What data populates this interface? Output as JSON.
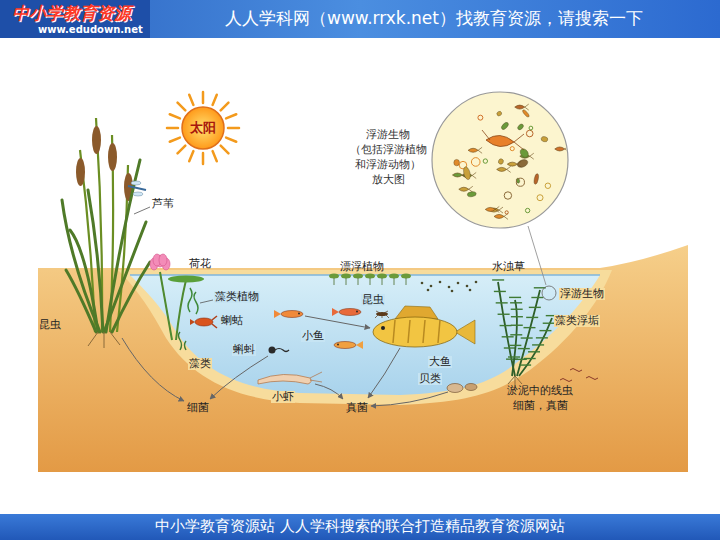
{
  "diagram": {
    "nodes": [
      {
        "text": [
          "太阳"
        ]
      }
    ],
    "labels": [
      "中小学教育资源",
      "www.edudown.net",
      "人人学科网（www.rrxk.net）找教育资源，请搜索一下",
      "芦苇",
      "荷花",
      "漂浮植物",
      "水浊草",
      "浮游生物 （包括浮游植物 和浮游动物） 放大图",
      "浮游生物",
      "藻类浮垢",
      "藻类植物",
      "昆虫",
      "昆虫",
      "蝲蛄",
      "小鱼",
      "蝌蚪",
      "大鱼",
      "藻类",
      "小虾",
      "贝类",
      "细菌",
      "真菌",
      "淤泥中的线虫 细菌，真菌",
      "中小学教育资源站 人人学科搜索的联合打造精品教育资源网站"
    ]
  }
}
